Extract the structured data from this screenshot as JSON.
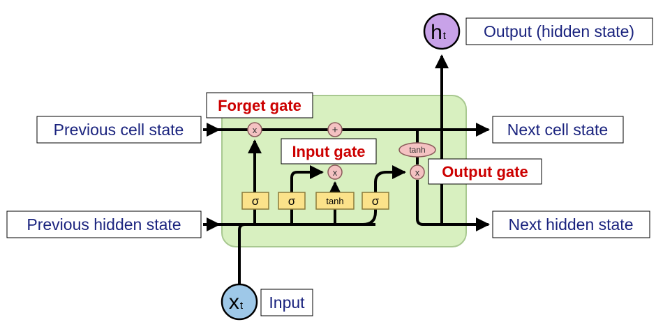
{
  "labels": {
    "previous_cell_state": "Previous cell state",
    "previous_hidden_state": "Previous hidden state",
    "next_cell_state": "Next cell state",
    "next_hidden_state": "Next hidden state",
    "output_hidden_state": "Output (hidden state)",
    "input": "Input"
  },
  "gates": {
    "forget": "Forget gate",
    "input": "Input gate",
    "output": "Output gate"
  },
  "symbols": {
    "multiply": "x",
    "add": "+",
    "sigma": "σ",
    "tanh": "tanh",
    "h_main": "h",
    "h_sub": "t",
    "x_main": "x",
    "x_sub": "t"
  },
  "colors": {
    "cell_fill": "#d8f0c0",
    "cell_border": "#a8c890",
    "label_text": "#1a237e",
    "gate_text": "#cc0000",
    "op_circle": "#f4c2c2",
    "layer_box": "#fbe28a",
    "h_node": "#c8a2e8",
    "x_node": "#9ec8e8"
  }
}
